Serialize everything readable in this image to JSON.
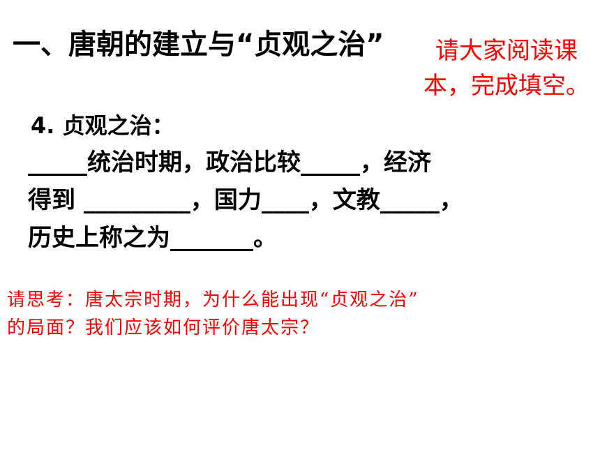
{
  "slide": {
    "title": "一、唐朝的建立与“贞观之治”",
    "instruction": "请大家阅读课本，完成填空。"
  },
  "fill_blank": {
    "heading": "4. 贞观之治：",
    "lines": [
      " _____统治时期，政治比较_____，经济",
      "得到 _________，国力____，文教_____，",
      "历史上称之为_______。"
    ]
  },
  "question": {
    "line1": " 请思考：唐太宗时期，为什么能出现“贞观之治”",
    "line2": "的局面？我们应该如何评价唐太宗？"
  },
  "colors": {
    "accent_red": "#ff0000",
    "text": "#000000",
    "background": "#ffffff"
  }
}
